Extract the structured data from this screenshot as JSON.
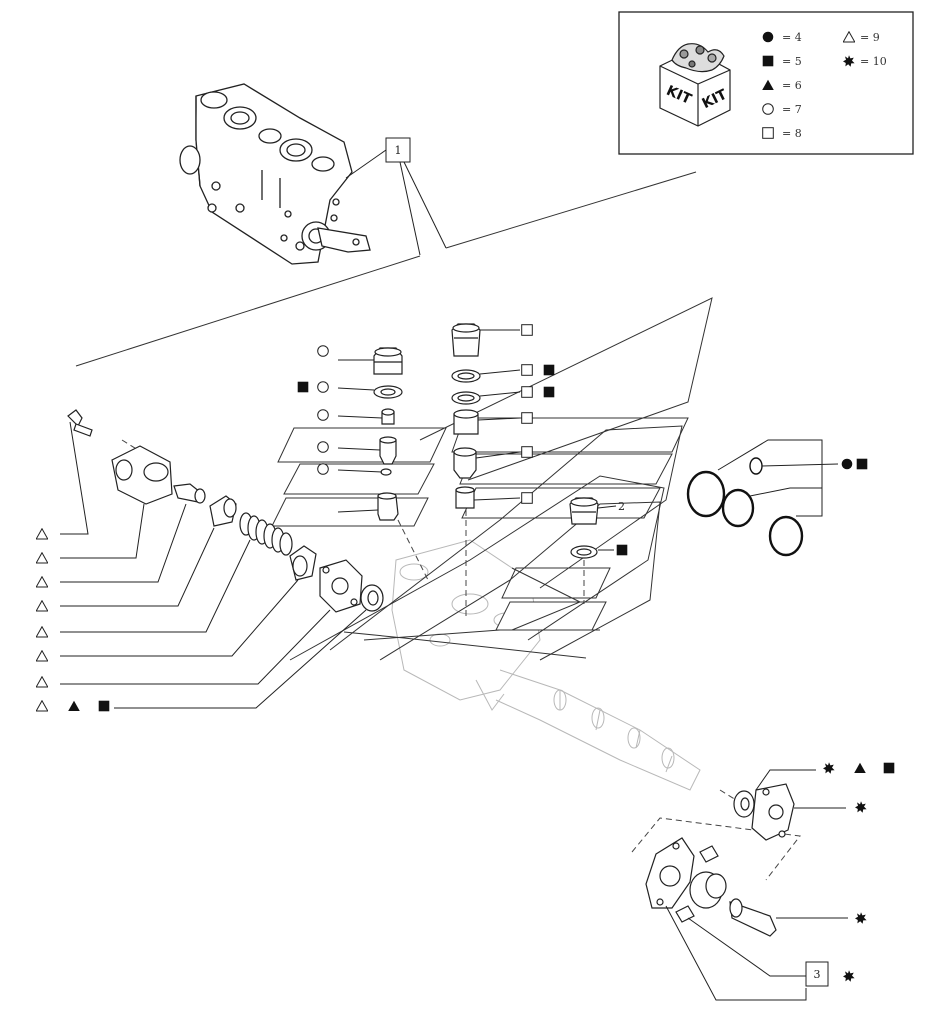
{
  "legend": {
    "kit_label": "KIT",
    "entries": [
      {
        "symbol": "filled-circle",
        "text": "= 4"
      },
      {
        "symbol": "filled-square",
        "text": "= 5"
      },
      {
        "symbol": "filled-triangle",
        "text": "= 6"
      },
      {
        "symbol": "open-circle",
        "text": "= 7"
      },
      {
        "symbol": "open-square",
        "text": "= 8"
      },
      {
        "symbol": "open-triangle",
        "text": "= 9"
      },
      {
        "symbol": "filled-star",
        "text": "= 10"
      }
    ]
  },
  "callouts": {
    "valve_assembly": "1",
    "relief_plug": "2",
    "lever_kit": "3"
  }
}
